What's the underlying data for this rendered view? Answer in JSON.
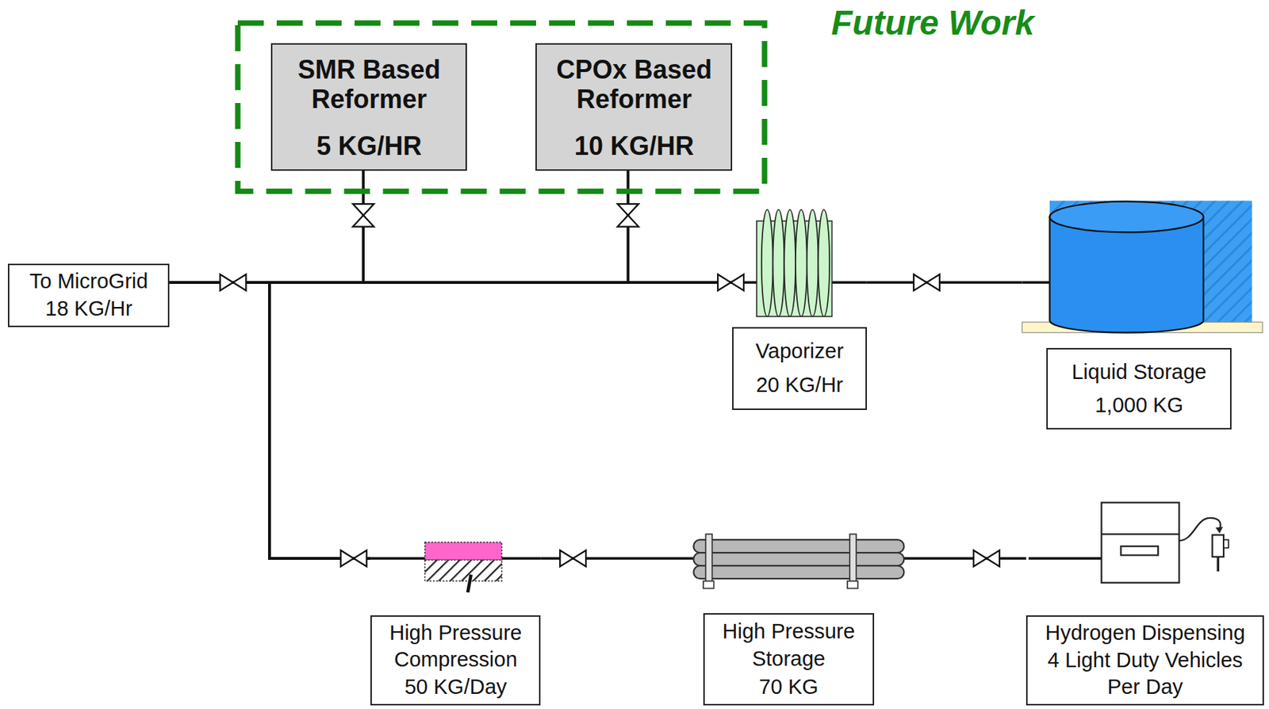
{
  "diagram": {
    "nodes": [
      {
        "text": [
          "Future Work"
        ]
      },
      {
        "text": [
          "SMR Based Reformer",
          "5 KG/HR"
        ],
        "in": 0
      },
      {
        "text": [
          "CPOx Based Reformer",
          "10 KG/HR"
        ],
        "in": 0
      },
      {
        "text": [
          "To MicroGrid",
          "18 KG/Hr"
        ]
      },
      {
        "text": [
          "Vaporizer",
          "20 KG/Hr"
        ]
      },
      {
        "text": [
          "Liquid Storage",
          "1,000 KG"
        ]
      },
      {
        "text": [
          "High Pressure Compression",
          "50 KG/Day"
        ]
      },
      {
        "text": [
          "High Pressure Storage",
          "70 KG"
        ]
      },
      {
        "text": [
          "Hydrogen Dispensing",
          "4 Light Duty Vehicles Per Day"
        ]
      }
    ],
    "edges": [
      {
        "from": 5,
        "to": 4,
        "arrow": "none"
      },
      {
        "from": 4,
        "to": 3,
        "arrow": "none"
      },
      {
        "from": 4,
        "to": 6,
        "arrow": "none"
      },
      {
        "from": 1,
        "to": 3,
        "arrow": "none"
      },
      {
        "from": 1,
        "to": 6,
        "arrow": "none"
      },
      {
        "from": 2,
        "to": 3,
        "arrow": "none"
      },
      {
        "from": 2,
        "to": 6,
        "arrow": "none"
      },
      {
        "from": 6,
        "to": 7,
        "arrow": "none"
      },
      {
        "from": 7,
        "to": 8,
        "arrow": "none"
      }
    ]
  }
}
